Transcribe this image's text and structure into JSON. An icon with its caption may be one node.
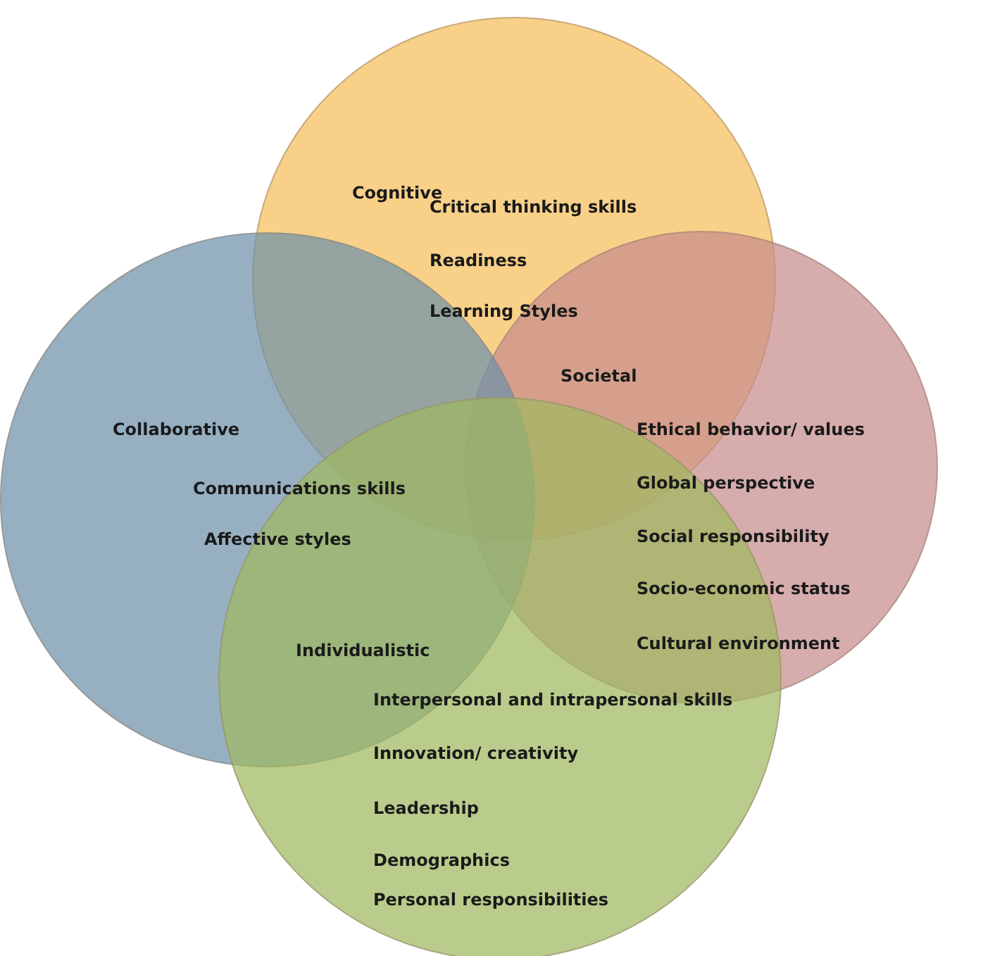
{
  "diagram": {
    "nodes": [
      {
        "text": [],
        "shape": "circle"
      },
      {
        "text": [],
        "shape": "circle"
      },
      {
        "text": [],
        "shape": "circle"
      },
      {
        "text": [],
        "shape": "circle"
      }
    ],
    "labels": [
      "Cognitive",
      "Critical thinking skills",
      "Readiness",
      "Learning Styles",
      "Societal",
      "Collaborative",
      "Ethical behavior/ values",
      "Communications skills",
      "Global perspective",
      "Affective styles",
      "Social responsibility",
      "Socio-economic status",
      "Individualistic",
      "Cultural environment",
      "Interpersonal and intrapersonal skills",
      "Innovation/ creativity",
      "Leadership",
      "Demographics",
      "Personal responsibilities"
    ]
  }
}
